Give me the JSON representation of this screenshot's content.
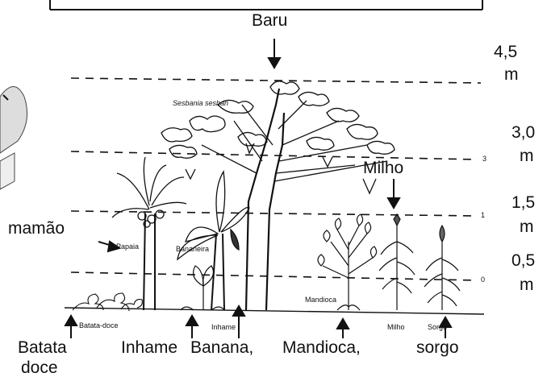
{
  "top_label": "Baru",
  "heights": {
    "h45_value": "4,5",
    "h45_unit": "m",
    "h30_value": "3,0",
    "h30_unit": "m",
    "h15_value": "1,5",
    "h15_unit": "m",
    "h05_value": "0,5",
    "h05_unit": "m"
  },
  "level_marks": {
    "mark_3": "3",
    "mark_1": "1",
    "mark_0": "0"
  },
  "labels": {
    "milho": "Milho",
    "mamao": "mamão",
    "batata": "Batata",
    "doce": "doce",
    "inhame": "Inhame",
    "banana": "Banana,",
    "mandioca": "Mandioca,",
    "sorgo": "sorgo"
  },
  "drawing_text": {
    "sesbania": "Sesbania sesban",
    "papaia": "Papaia",
    "bananeira": "Bananeira",
    "mandioca": "Mandioca",
    "batata_doce": "Batata-doce",
    "inhame": "Inhame",
    "milho": "Milho",
    "sorgo": "Sorgo"
  }
}
